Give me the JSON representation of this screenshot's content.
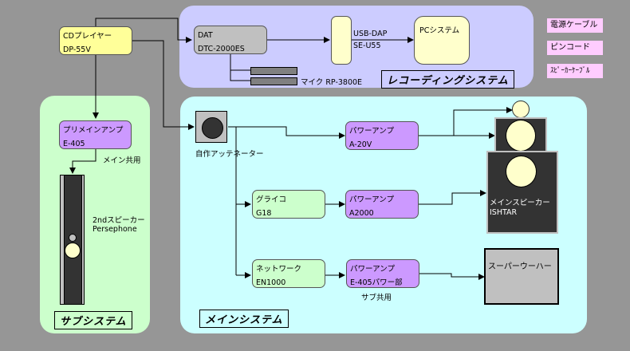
{
  "regions": {
    "recording": {
      "title": "レコーディングシステム",
      "color": "#ccccff"
    },
    "sub": {
      "title": "サブシステム",
      "color": "#ccffcc"
    },
    "main": {
      "title": "メインシステム",
      "color": "#ccffff"
    }
  },
  "legend": [
    {
      "label": "電源ケーブル"
    },
    {
      "label": "ピンコード"
    },
    {
      "label": "ｽﾋﾟｰｶｰｹｰﾌﾞﾙ"
    }
  ],
  "nodes": {
    "cd_player": {
      "line1": "CDプレイヤー",
      "line2": "DP-55V"
    },
    "dat": {
      "line1": "DAT",
      "line2": "DTC-2000ES"
    },
    "usb_dap": {
      "line1": "USB-DAP",
      "line2": "SE-U55"
    },
    "pc": {
      "line1": "PCシステム"
    },
    "mic": {
      "label": "マイク  RP-3800E"
    },
    "preamp": {
      "line1": "プリメインアンプ",
      "line2": "E-405"
    },
    "preamp_note": "メイン共用",
    "second_speaker": {
      "line1": "2ndスピーカー",
      "line2": "Persephone"
    },
    "attenuator": {
      "label": "自作アッテネーター"
    },
    "power_amp_1": {
      "line1": "パワーアンプ",
      "line2": "A-20V"
    },
    "graphic_eq": {
      "line1": "グライコ",
      "line2": "G18"
    },
    "power_amp_2": {
      "line1": "パワーアンプ",
      "line2": "A2000"
    },
    "network": {
      "line1": "ネットワーク",
      "line2": "EN1000"
    },
    "power_amp_3": {
      "line1": "パワーアンプ",
      "line2": "E-405パワー部"
    },
    "power_amp_3_note": "サブ共用",
    "main_speaker": {
      "line1": "メインスピーカー",
      "line2": "ISHTAR"
    },
    "subwoofer": {
      "label": "スーパーウーハー"
    }
  }
}
